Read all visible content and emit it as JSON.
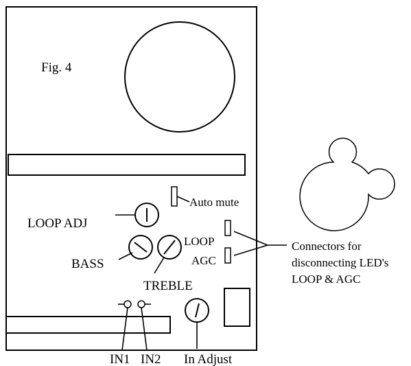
{
  "figure_label": "Fig. 4",
  "labels": {
    "auto_mute": "Auto mute",
    "loop_adj": "LOOP ADJ",
    "loop": "LOOP",
    "agc": "AGC",
    "bass": "BASS",
    "treble": "TREBLE",
    "in1": "IN1",
    "in2": "IN2",
    "in_adjust": "In Adjust"
  },
  "connectors_note": {
    "line1": "Connectors  for",
    "line2": "disconnecting LED's",
    "line3": "LOOP & AGC"
  }
}
